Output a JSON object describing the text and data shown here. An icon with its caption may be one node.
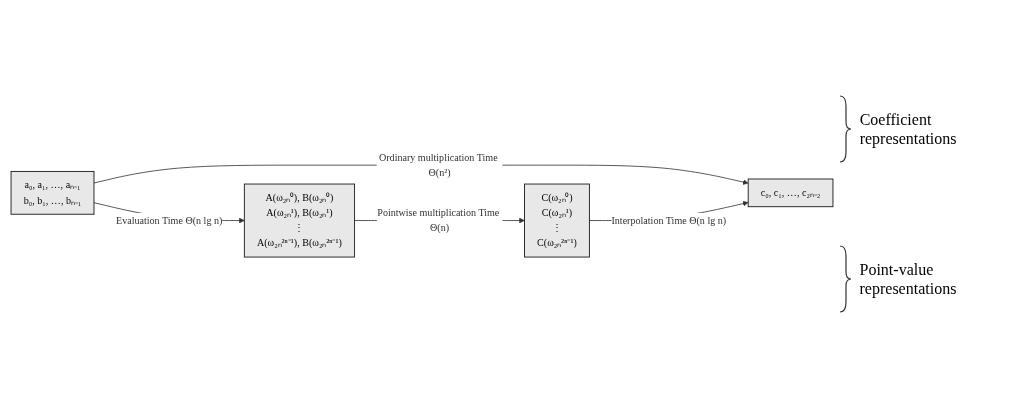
{
  "diagram": {
    "nodes": [
      {
        "text": [
          "a₀, a₁, …, aₙ₋₁",
          "b₀, b₁, …, bₙ₋₁"
        ]
      },
      {
        "text": [
          "c₀, c₁, …, c₂ₙ₋₂"
        ]
      },
      {
        "text": [
          "A(ω₂ₙ⁰), B(ω₂ₙ⁰)",
          "A(ω₂ₙ¹), B(ω₂ₙ¹)",
          "⋮",
          "A(ω₂ₙ²ⁿ⁻¹), B(ω₂ₙ²ⁿ⁻¹)"
        ]
      },
      {
        "text": [
          "C(ω₂ₙ⁰)",
          "C(ω₂ₙ¹)",
          "⋮",
          "C(ω₂ₙ²ⁿ⁻¹)"
        ]
      }
    ],
    "edges": [
      {
        "from": 0,
        "to": 1,
        "arrow": "to",
        "label": "Ordinary multiplication Time Θ(n²)"
      },
      {
        "from": 0,
        "to": 2,
        "arrow": "to",
        "label": "Evaluation Time Θ(n lg n)"
      },
      {
        "from": 2,
        "to": 3,
        "arrow": "to",
        "label": "Pointwise multiplication Time Θ(n)"
      },
      {
        "from": 3,
        "to": 1,
        "arrow": "to",
        "label": "Interpolation Time Θ(n lg n)"
      }
    ],
    "labels": [
      "Coefficient representations",
      "Point-value representations"
    ]
  }
}
